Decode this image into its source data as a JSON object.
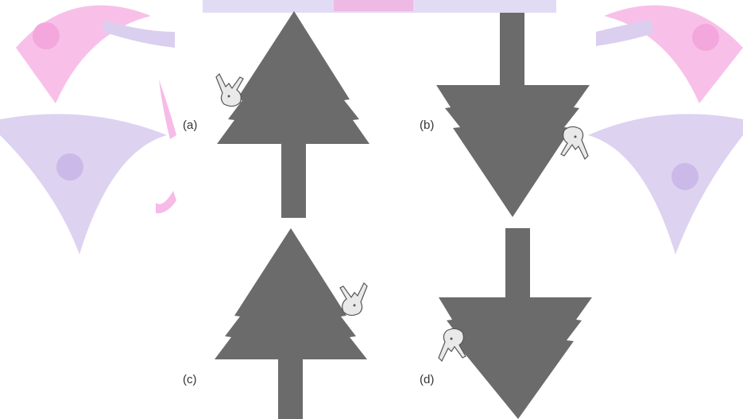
{
  "figure": {
    "labels": [
      "(a)",
      "(b)",
      "(c)",
      "(d)"
    ]
  },
  "colors": {
    "tree": "#6b6b6b",
    "watermark_pink": "#f6b8e6",
    "watermark_purple": "#d9cdef",
    "bird": "#e9e9e9",
    "bird_outline": "#555555"
  },
  "icons": [
    "watermark-logo",
    "tree-shape",
    "bird-icon"
  ]
}
